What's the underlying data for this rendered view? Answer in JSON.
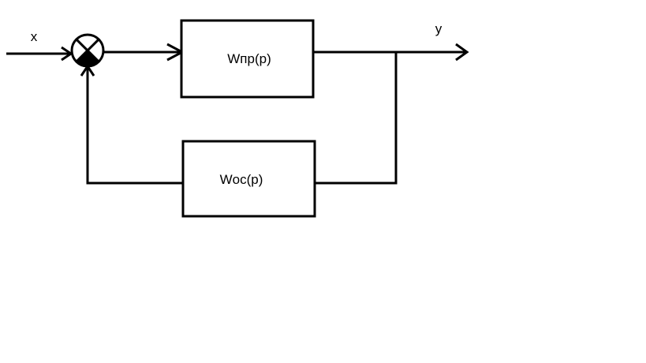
{
  "diagram": {
    "input_label": "x",
    "output_label": "y",
    "forward_block_label": "Wпр(p)",
    "feedback_block_label": "Wос(p)",
    "summing_junction": {
      "feedback_sector_color": "#000000"
    },
    "colors": {
      "stroke": "#000000",
      "background": "#ffffff"
    }
  }
}
